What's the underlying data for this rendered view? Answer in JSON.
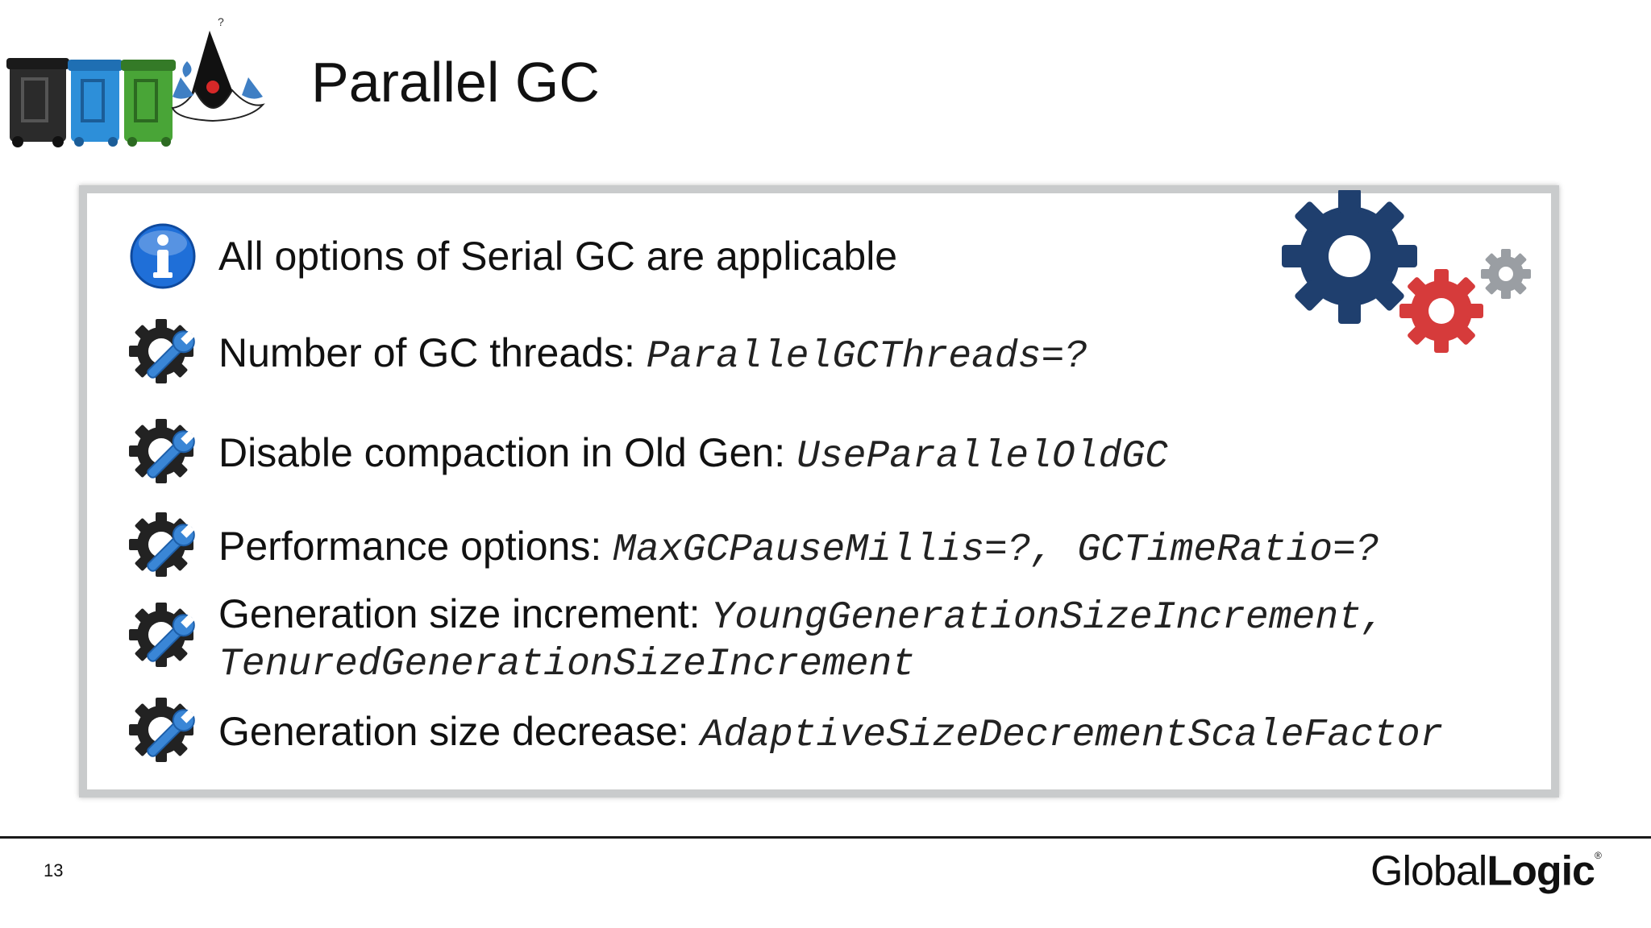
{
  "slide": {
    "title": "Parallel GC",
    "page_number": "13"
  },
  "bullets": [
    {
      "icon": "info-icon",
      "text": "All options of Serial GC are applicable",
      "code": ""
    },
    {
      "icon": "gear-wrench-icon",
      "text": "Number of GC threads: ",
      "code": "ParallelGCThreads=?"
    },
    {
      "icon": "gear-wrench-icon",
      "text": "Disable compaction in Old Gen: ",
      "code": "UseParallelOldGC"
    },
    {
      "icon": "gear-wrench-icon",
      "text": "Performance options: ",
      "code": "MaxGCPauseMillis=?, GCTimeRatio=?"
    },
    {
      "icon": "gear-wrench-icon",
      "text": "Generation size increment: ",
      "code": "YoungGenerationSizeIncrement,",
      "code_line2": "TenuredGenerationSizeIncrement"
    },
    {
      "icon": "gear-wrench-icon",
      "text": "Generation size decrease: ",
      "code": "AdaptiveSizeDecrementScaleFactor"
    }
  ],
  "logo": {
    "light": "Global",
    "bold": "Logic",
    "mark": "®"
  },
  "colors": {
    "gear_navy": "#1f3f6e",
    "gear_red": "#d63b3b",
    "gear_gray": "#9a9ea3",
    "info_blue": "#1f6fd8",
    "wrench_blue": "#3a86d6",
    "box_border": "#c9cbcc"
  }
}
